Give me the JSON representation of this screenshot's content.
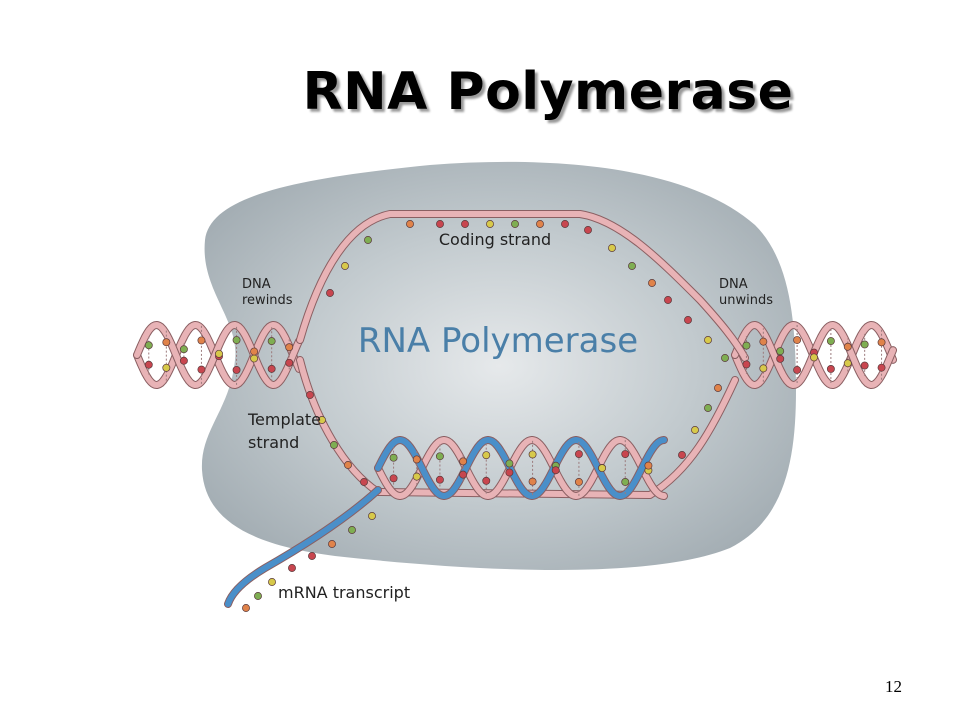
{
  "slide": {
    "title": "RNA Polymerase",
    "page_number": "12"
  },
  "diagram": {
    "enzyme_label": "RNA Polymerase",
    "labels": {
      "coding_strand": "Coding strand",
      "dna_rewinds_1": "DNA",
      "dna_rewinds_2": "rewinds",
      "dna_unwinds_1": "DNA",
      "dna_unwinds_2": "unwinds",
      "template_1": "Template",
      "template_2": "strand",
      "mrna": "mRNA transcript"
    },
    "colors": {
      "enzyme": "#a9b4bb",
      "dna_strand": "#e8b3b6",
      "rna_strand": "#4a8fc9",
      "base_red": "#c8464f",
      "base_yellow": "#d7c94a",
      "base_green": "#7fae52",
      "base_orange": "#e0834a"
    }
  }
}
